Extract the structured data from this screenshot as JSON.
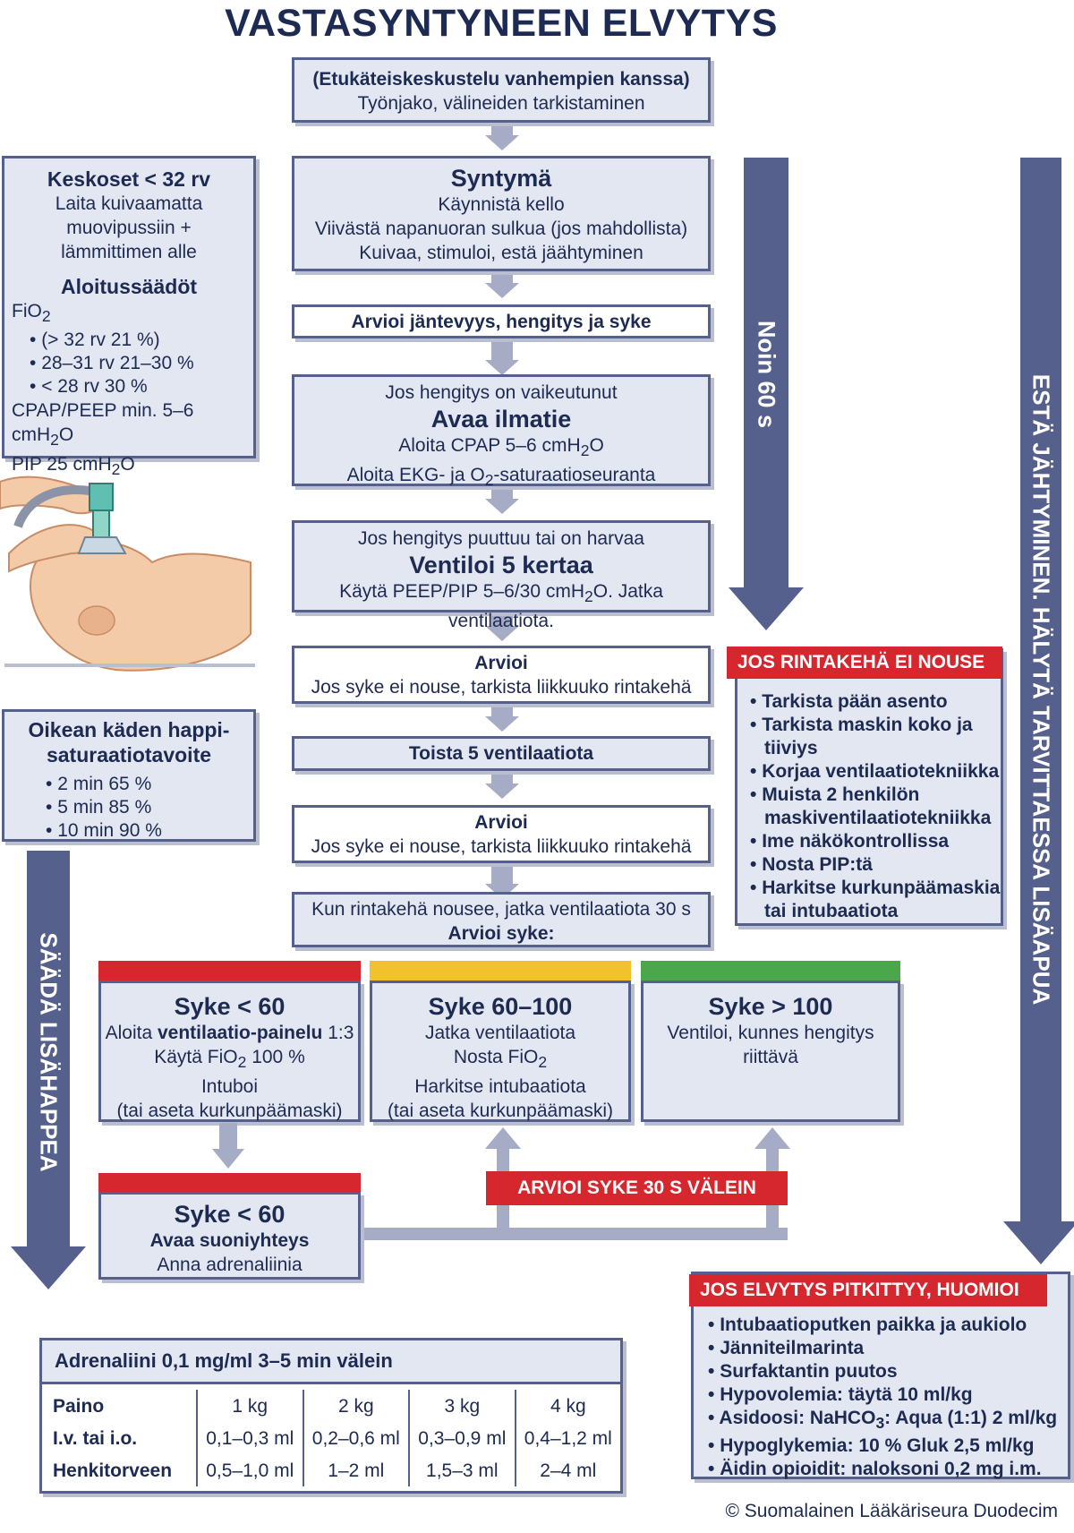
{
  "title": "VASTASYNTYNEEN ELVYTYS",
  "step0": {
    "line1": "(Etukäteiskeskustelu vanhempien kanssa)",
    "line2": "Työnjako, välineiden tarkistaminen"
  },
  "step1": {
    "heading": "Syntymä",
    "line1": "Käynnistä kello",
    "line2": "Viivästä napanuoran sulkua (jos mahdollista)",
    "line3": "Kuivaa, stimuloi, estä jäähtyminen"
  },
  "step2": {
    "text": "Arvioi jäntevyys, hengitys ja syke"
  },
  "step3": {
    "pre": "Jos hengitys on vaikeutunut",
    "heading": "Avaa ilmatie",
    "line1a": "Aloita CPAP 5–6 cmH",
    "line1sub": "2",
    "line1b": "O",
    "line2a": "Aloita EKG- ja O",
    "line2sub": "2",
    "line2b": "-saturaatioseuranta"
  },
  "step4": {
    "pre": "Jos hengitys puuttuu tai on harvaa",
    "heading": "Ventiloi 5 kertaa",
    "line1a": "Käytä PEEP/PIP 5–6/30 cmH",
    "line1sub": "2",
    "line1b": "O. Jatka ventilaatiota."
  },
  "step5": {
    "heading": "Arvioi",
    "line1": "Jos syke ei nouse, tarkista liikkuuko rintakehä"
  },
  "step6": {
    "text": "Toista 5 ventilaatiota"
  },
  "step7": {
    "heading": "Arvioi",
    "line1": "Jos syke ei nouse, tarkista liikkuuko rintakehä"
  },
  "step8": {
    "line1": "Kun rintakehä nousee, jatka ventilaatiota 30 s",
    "line2": "Arvioi syke:"
  },
  "arrows": {
    "sixty": "Noin 60 s",
    "warm": "ESTÄ JÄHTYMINEN. HÄLYTÄ TARVITTAESSA LISÄAPUA",
    "oxygen": "SÄÄDÄ LISÄHAPPEA"
  },
  "preterm": {
    "heading": "Keskoset < 32 rv",
    "line1": "Laita kuivaamatta",
    "line2": "muovipussiin +",
    "line3": "lämmittimen alle",
    "heading2": "Aloitussäädöt",
    "fio": "FiO",
    "fiosub": "2",
    "items": [
      "(> 32 rv 21 %)",
      "28–31 rv 21–30 %",
      "< 28 rv 30 %"
    ],
    "cpap_a": "CPAP/PEEP min. 5–6 cmH",
    "cpap_sub": "2",
    "cpap_b": "O",
    "pip_a": "PIP 25 cmH",
    "pip_sub": "2",
    "pip_b": "O"
  },
  "saturation": {
    "heading1": "Oikean käden happi-",
    "heading2": "saturaatiotavoite",
    "items": [
      "2 min 65 %",
      "5 min 85 %",
      "10 min 90 %"
    ]
  },
  "chest": {
    "title": "JOS RINTAKEHÄ EI NOUSE",
    "items": [
      "Tarkista pään asento",
      "Tarkista maskin koko ja tiiviys",
      "Korjaa ventilaatiotekniikka",
      "Muista 2 henkilön maskiventilaatiotekniikka",
      "Ime näkökontrollissa",
      "Nosta PIP:tä",
      "Harkitse kurkunpäämaskia tai intubaatiota"
    ]
  },
  "hr_low": {
    "heading": "Syke < 60",
    "line1a": "Aloita ",
    "line1b": "ventilaatio-painelu",
    "line1c": " 1:3",
    "line2a": "Käytä FiO",
    "line2sub": "2",
    "line2b": " 100 %",
    "line3": "Intuboi",
    "line4": "(tai aseta kurkunpäämaski)",
    "color": "#d6262e"
  },
  "hr_mid": {
    "heading": "Syke 60–100",
    "line1": "Jatka ventilaatiota",
    "line2a": "Nosta FiO",
    "line2sub": "2",
    "line3": "Harkitse intubaatiota",
    "line4": "(tai aseta kurkunpäämaski)",
    "color": "#f2c12e"
  },
  "hr_high": {
    "heading": "Syke > 100",
    "line1": "Ventiloi, kunnes hengitys",
    "line2": "riittävä",
    "color": "#4aa84a"
  },
  "hr_low2": {
    "heading": "Syke < 60",
    "line1": "Avaa suoniyhteys",
    "line2": "Anna adrenaliinia"
  },
  "reassess": "ARVIOI SYKE 30 S VÄLEIN",
  "prolonged": {
    "title": "JOS ELVYTYS PITKITTYY, HUOMIOI",
    "items": [
      "Intubaatioputken paikka ja aukiolo",
      "Jänniteilmarinta",
      "Surfaktantin puutos",
      "Hypovolemia: täytä 10 ml/kg"
    ],
    "acid_a": "Asidoosi: NaHCO",
    "acid_sub": "3",
    "acid_b": ": Aqua (1:1) 2 ml/kg",
    "items2": [
      "Hypoglykemia: 10 % Gluk 2,5 ml/kg",
      "Äidin opioidit: naloksoni 0,2 mg i.m."
    ]
  },
  "adrenaline": {
    "title": "Adrenaliini 0,1 mg/ml 3–5 min välein",
    "rows": [
      [
        "Paino",
        "1 kg",
        "2 kg",
        "3 kg",
        "4 kg"
      ],
      [
        "I.v. tai i.o.",
        "0,1–0,3 ml",
        "0,2–0,6 ml",
        "0,3–0,9 ml",
        "0,4–1,2 ml"
      ],
      [
        "Henkitorveen",
        "0,5–1,0 ml",
        "1–2 ml",
        "1,5–3 ml",
        "2–4 ml"
      ]
    ]
  },
  "copyright": "© Suomalainen Lääkäriseura Duodecim",
  "colors": {
    "navy": "#56608c",
    "box": "#e3e7f2",
    "red": "#d6262e",
    "connector": "#a6abc6"
  }
}
